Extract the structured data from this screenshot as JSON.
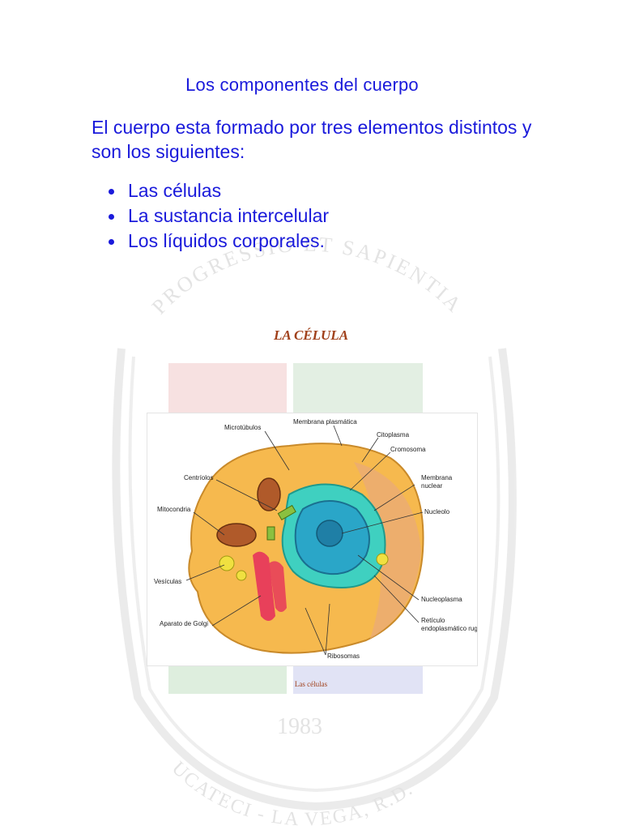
{
  "document": {
    "title": "Los componentes del cuerpo",
    "intro": "El cuerpo esta formado por tres elementos distintos y son los siguientes:",
    "bullets": [
      "Las células",
      "La sustancia intercelular",
      "Los líquidos corporales."
    ],
    "section_heading": "LA CÉLULA",
    "figure_caption": "Las células"
  },
  "watermark": {
    "motto": "PROGRESSIO ET SAPIENTIA",
    "year": "1983",
    "institution": "UCATECI - LA VEGA, R.D."
  },
  "diagram_labels": {
    "microtubulos": "Microtúbulos",
    "membrana_plasmatica": "Membrana plasmática",
    "citoplasma": "Citoplasma",
    "cromosoma": "Cromosoma",
    "centriolos": "Centríolos",
    "membrana_nuclear_1": "Membrana",
    "membrana_nuclear_2": "nuclear",
    "mitocondria": "Mitocondria",
    "nucleolo": "Nucleolo",
    "vesiculas": "Vesículas",
    "nucleoplasma": "Nucleoplasma",
    "aparato_golgi": "Aparato de Golgi",
    "reticulo_1": "Retículo",
    "reticulo_2": "endoplasmático rugoso",
    "ribosomas": "Ribosomas"
  },
  "colors": {
    "heading_blue": "#1a1adb",
    "accent_brown": "#a0401a",
    "cytoplasm": "#f6b94e",
    "nucleus": "#2aa6c8",
    "reticulum": "#3fd0c0",
    "golgi": "#e8405a"
  }
}
